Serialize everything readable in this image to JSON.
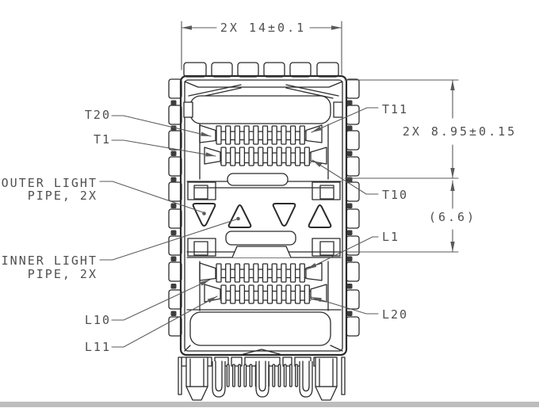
{
  "annotations": {
    "dim_width": "2X 14±0.1",
    "dim_height": "2X 8.95±0.15",
    "dim_ref_height": "(6.6)",
    "labels": {
      "t20": "T20",
      "t1": "T1",
      "t11": "T11",
      "t10": "T10",
      "l1": "L1",
      "l20": "L20",
      "l10": "L10",
      "l11": "L11",
      "outer_light_pipe_line1": "OUTER LIGHT",
      "outer_light_pipe_line2": "PIPE, 2X",
      "inner_light_pipe_line1": "INNER LIGHT",
      "inner_light_pipe_line2": "PIPE, 2X"
    }
  },
  "colors": {
    "drawing_line": "#2b2b2b",
    "annotation": "#555555",
    "background": "#ffffff",
    "bottom_strip": "#bdbdbd"
  }
}
